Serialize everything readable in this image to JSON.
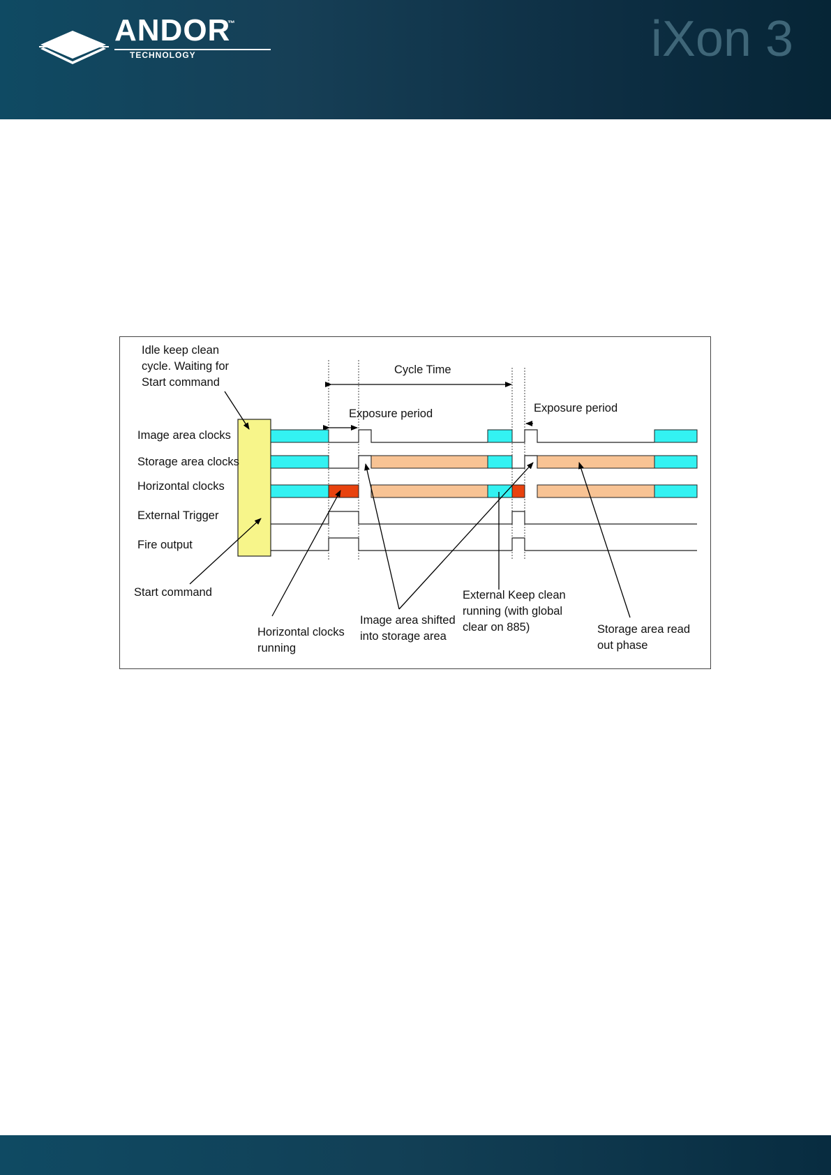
{
  "header": {
    "brand": "ANDOR",
    "brand_tm": "™",
    "brand_sub": "TECHNOLOGY",
    "product": "iXon 3"
  },
  "diagram": {
    "signals": {
      "image_area_clocks": "Image area clocks",
      "storage_area_clocks": "Storage area clocks",
      "horizontal_clocks": "Horizontal clocks",
      "external_trigger": "External Trigger",
      "fire_output": "Fire output"
    },
    "notes": {
      "idle_line1": "Idle keep clean",
      "idle_line2": "cycle. Waiting for",
      "idle_line3": "Start command",
      "cycle_time": "Cycle Time",
      "exposure_1": "Exposure period",
      "exposure_2": "Exposure period",
      "start_command": "Start command",
      "hclocks_line1": "Horizontal clocks",
      "hclocks_line2": "running",
      "shifted_line1": "Image area shifted",
      "shifted_line2": "into storage area",
      "ext_line1": "External Keep clean",
      "ext_line2": "running (with global",
      "ext_line3": "clear on 885)",
      "readout_line1": "Storage area read",
      "readout_line2": "out phase"
    },
    "colors": {
      "keep_clean": "#33f2f2",
      "readout": "#f8c394",
      "horizontal_running": "#e8420e",
      "idle_box": "#f7f58a"
    }
  }
}
